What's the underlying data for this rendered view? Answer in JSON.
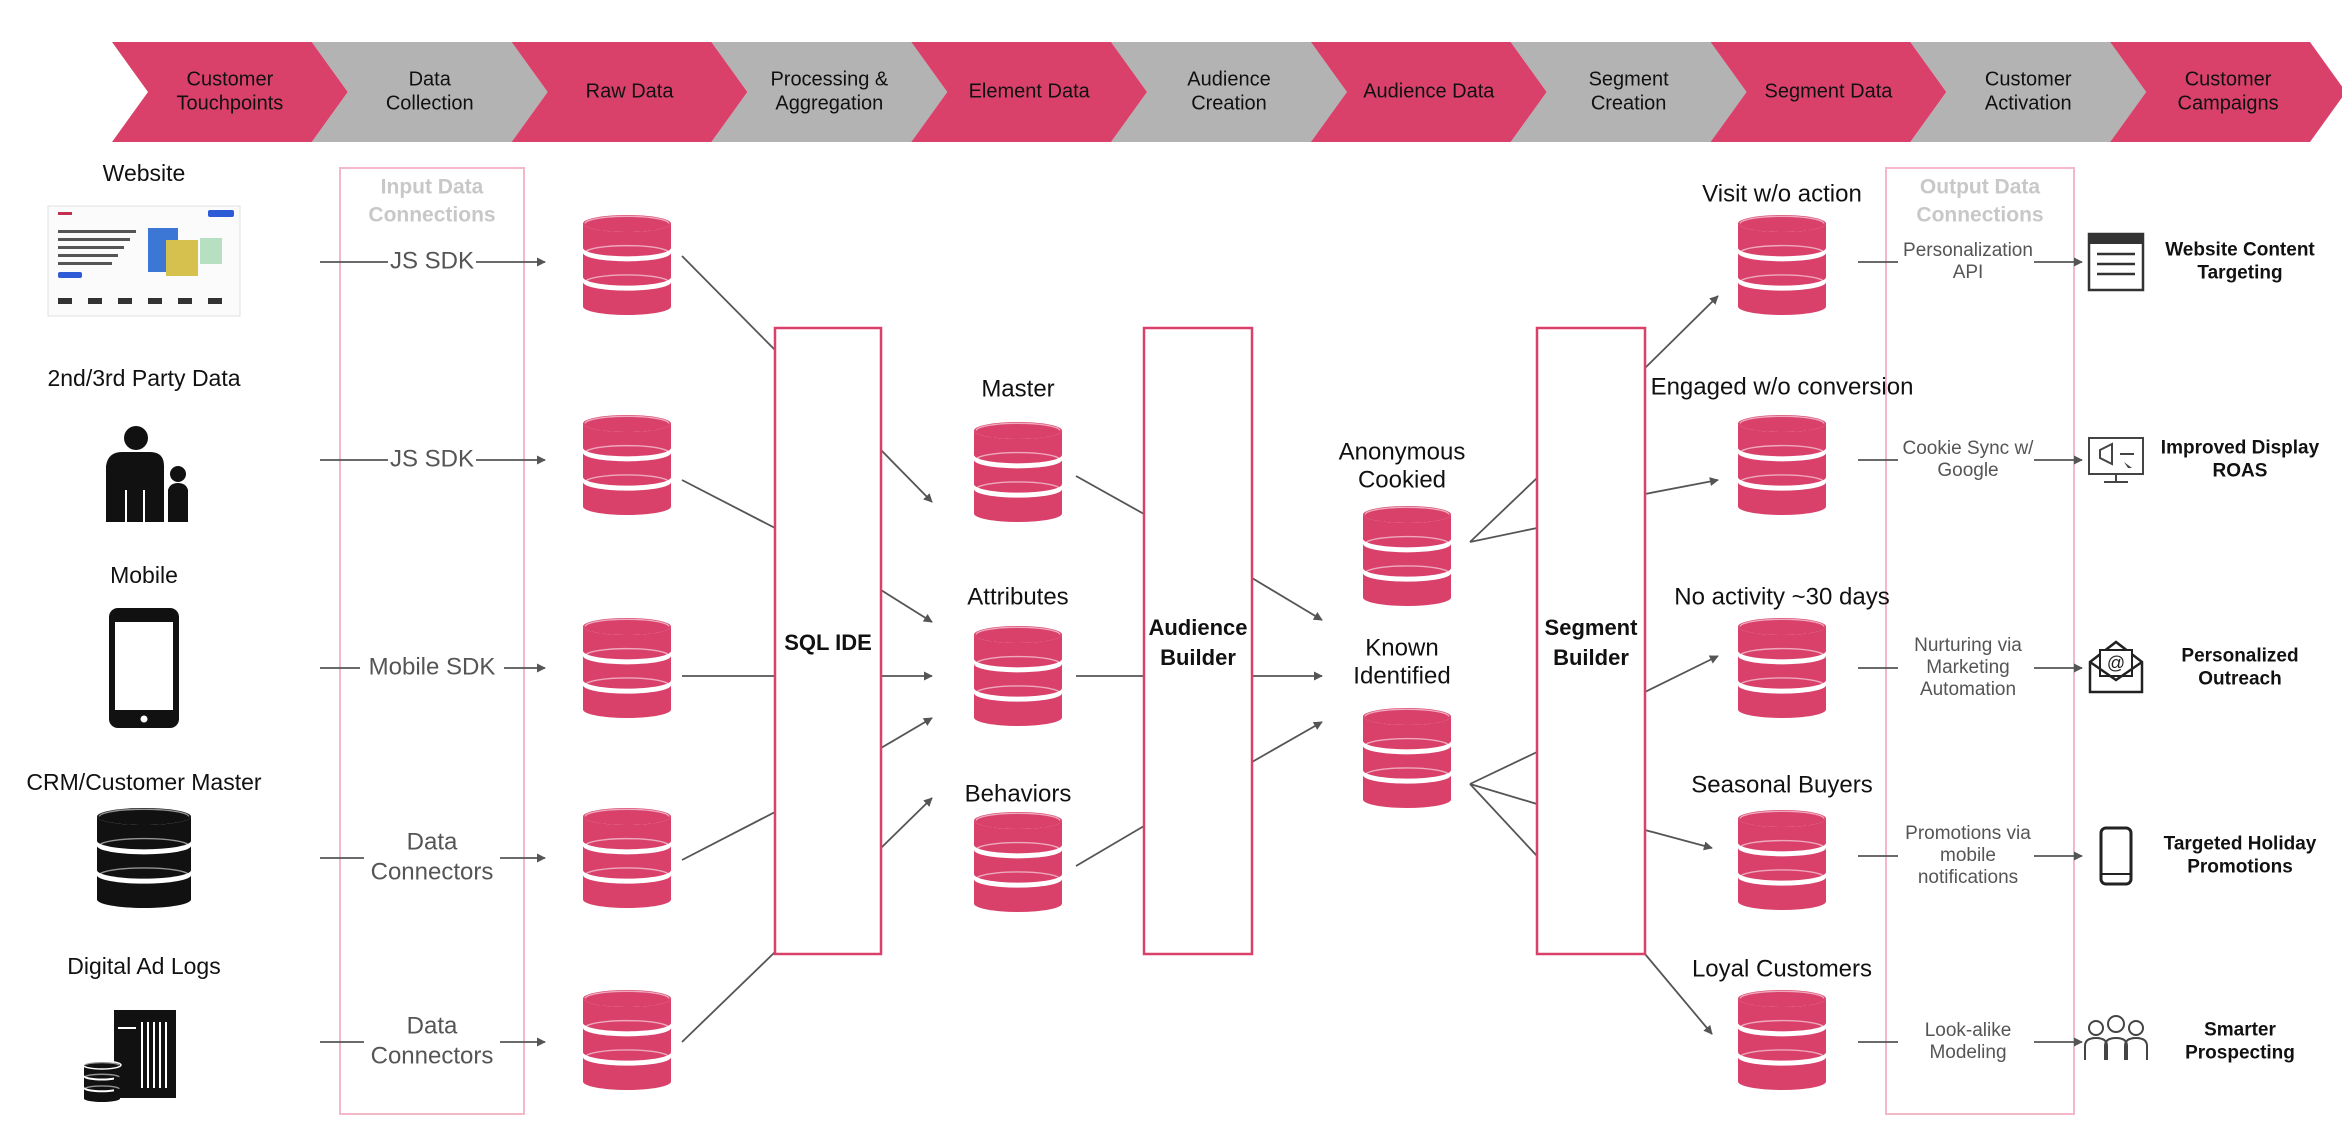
{
  "colors": {
    "pink": "#d9416b",
    "gray": "#b3b3b3",
    "panel_border": "#f4b9c9",
    "line": "#555555",
    "black": "#111111"
  },
  "stages": [
    "Customer Touchpoints",
    "Data Collection",
    "Raw Data",
    "Processing & Aggregation",
    "Element Data",
    "Audience Creation",
    "Audience Data",
    "Segment Creation",
    "Segment Data",
    "Customer Activation",
    "Customer Campaigns"
  ],
  "sources": [
    {
      "label": "Website",
      "icon": "website-screenshot-icon"
    },
    {
      "label": "2nd/3rd Party Data",
      "icon": "family-icon"
    },
    {
      "label": "Mobile",
      "icon": "smartphone-icon"
    },
    {
      "label": "CRM/Customer Master",
      "icon": "database-icon"
    },
    {
      "label": "Digital Ad Logs",
      "icon": "server-icon"
    }
  ],
  "input_panel": {
    "title": "Input Data Connections"
  },
  "input_connections": [
    "JS SDK",
    "JS SDK",
    "Mobile SDK",
    "Data Connectors",
    "Data Connectors"
  ],
  "processors": {
    "sql": "SQL IDE",
    "audience": "Audience Builder",
    "segment": "Segment Builder"
  },
  "element_data": [
    "Master",
    "Attributes",
    "Behaviors"
  ],
  "audience_data": [
    "Anonymous Cookied",
    "Known Identified"
  ],
  "segments": [
    "Visit w/o action",
    "Engaged w/o conversion",
    "No activity ~30 days",
    "Seasonal Buyers",
    "Loyal Customers"
  ],
  "output_panel": {
    "title": "Output Data Connections"
  },
  "activations": [
    "Personalization API",
    "Cookie Sync w/ Google",
    "Nurturing via Marketing Automation",
    "Promotions via mobile notifications",
    "Look-alike Modeling"
  ],
  "outcomes": [
    {
      "label": "Website Content Targeting",
      "icon": "web-page-icon"
    },
    {
      "label": "Improved Display ROAS",
      "icon": "display-ad-icon"
    },
    {
      "label": "Personalized Outreach",
      "icon": "email-icon"
    },
    {
      "label": "Targeted Holiday Promotions",
      "icon": "mobile-icon"
    },
    {
      "label": "Smarter Prospecting",
      "icon": "people-icon"
    }
  ]
}
